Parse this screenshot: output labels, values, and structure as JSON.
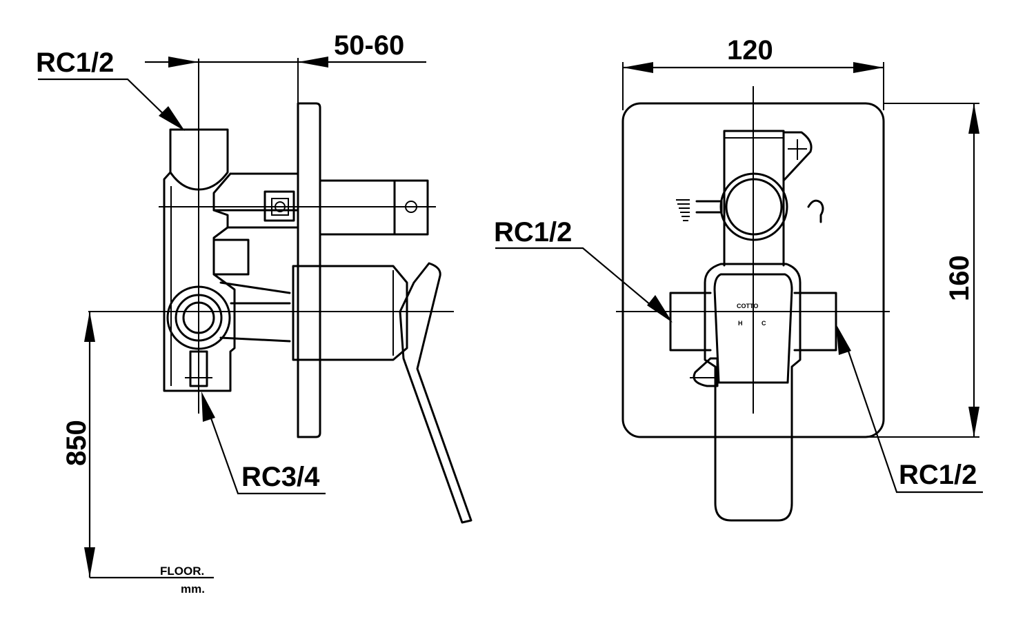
{
  "labels": {
    "side_top_inlet": "RC1/2",
    "side_depth": "50-60",
    "side_outlet": "RC3/4",
    "side_height": "850",
    "floor": "FLOOR.",
    "units": "mm.",
    "front_width": "120",
    "front_height": "160",
    "front_left_inlet": "RC1/2",
    "front_right_inlet": "RC1/2",
    "brand_mark": "COTTO",
    "hot_mark": "H",
    "cold_mark": "C"
  }
}
